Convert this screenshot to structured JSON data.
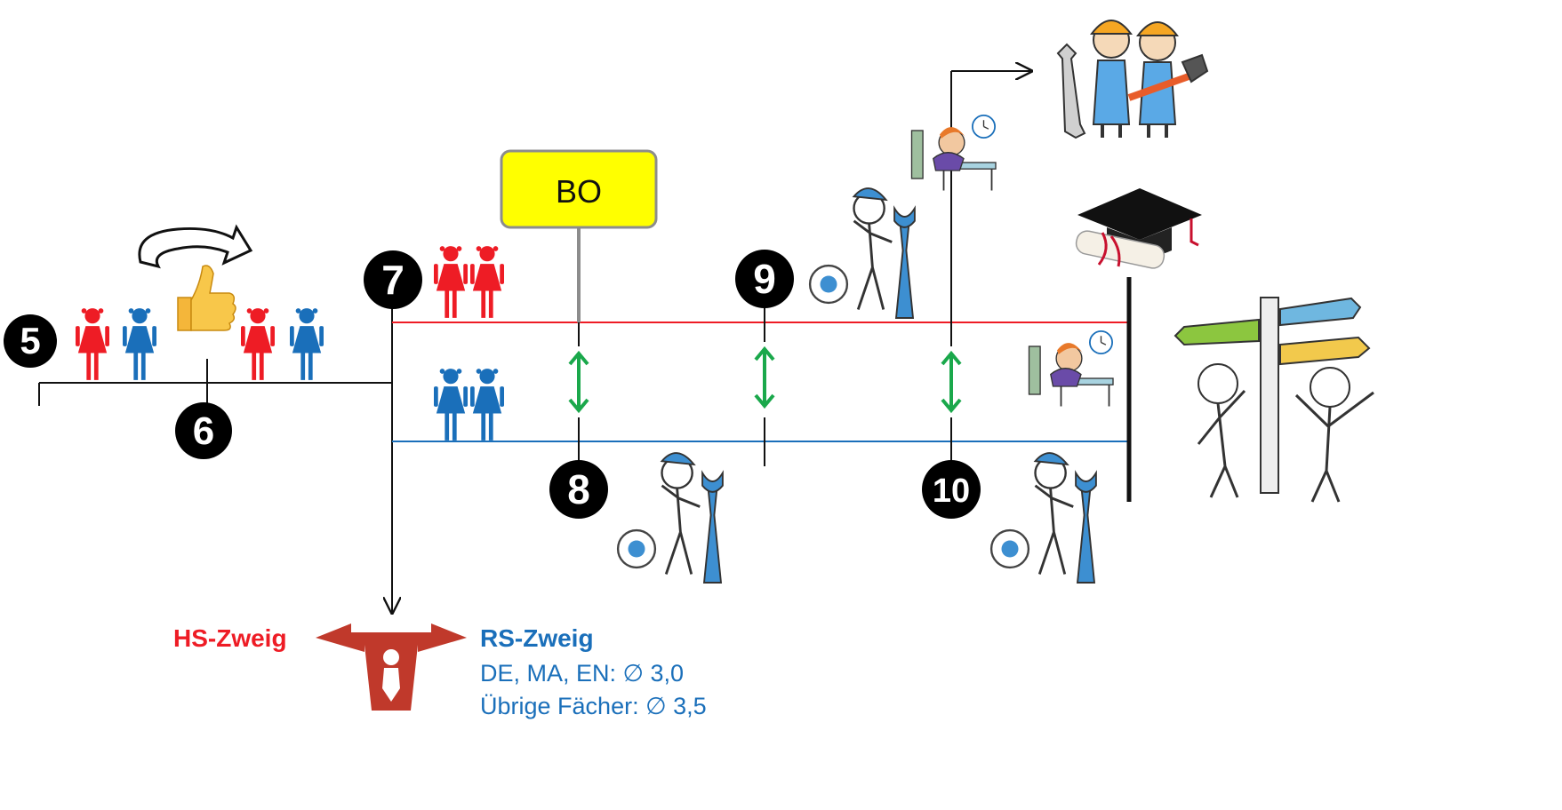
{
  "colors": {
    "hs": "#ee1c25",
    "rs": "#1a6fba",
    "green": "#1aa84b",
    "bo_fill": "#ffff00",
    "line": "#111111",
    "gray": "#8c8c8c"
  },
  "markers": {
    "m5": "5",
    "m6": "6",
    "m7": "7",
    "m8": "8",
    "m9": "9",
    "m10": "10"
  },
  "bo_sign": {
    "label": "BO"
  },
  "branches": {
    "hs_label": "HS-Zweig",
    "rs_label": "RS-Zweig",
    "rs_requirements": [
      "DE, MA, EN: ∅ 3,0",
      "Übrige Fächer: ∅ 3,5"
    ]
  },
  "icons": [
    "girl-icon",
    "boy-icon",
    "thumbs-up-icon",
    "curved-arrow-icon",
    "mechanic-icon",
    "student-exam-icon",
    "workers-icon",
    "graduation-cap-icon",
    "signpost-people-icon",
    "crossroads-arrow-icon"
  ]
}
